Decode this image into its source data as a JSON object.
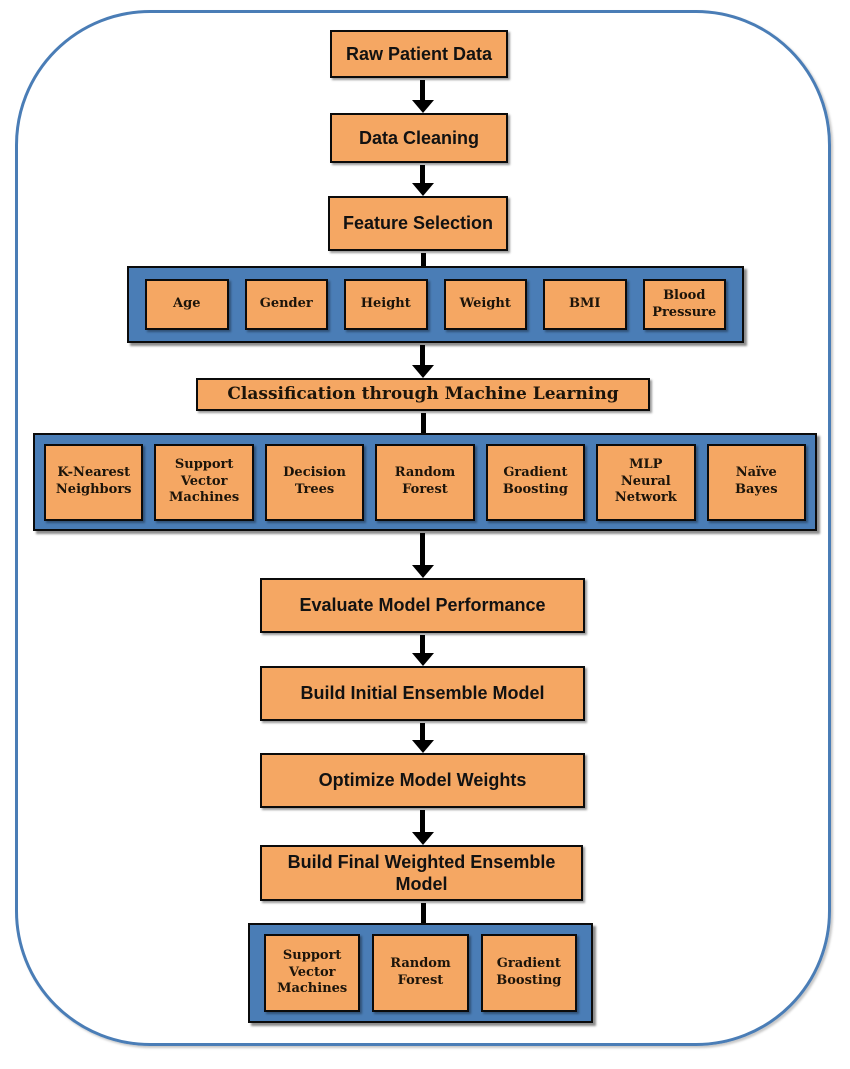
{
  "flow": {
    "raw_patient_data": "Raw Patient Data",
    "data_cleaning": "Data Cleaning",
    "feature_selection": "Feature Selection",
    "classification": "Classification through Machine Learning",
    "evaluate_model_performance": "Evaluate Model Performance",
    "build_initial_ensemble_model": "Build Initial Ensemble Model",
    "optimize_model_weights": "Optimize Model Weights",
    "build_final_weighted_ensemble_model": "Build Final Weighted Ensemble Model"
  },
  "features": {
    "items": [
      "Age",
      "Gender",
      "Height",
      "Weight",
      "BMI",
      "Blood\nPressure"
    ]
  },
  "classifiers": {
    "items": [
      "K-Nearest\nNeighbors",
      "Support\nVector\nMachines",
      "Decision\nTrees",
      "Random\nForest",
      "Gradient\nBoosting",
      "MLP\nNeural\nNetwork",
      "Naïve\nBayes"
    ]
  },
  "final_ensemble": {
    "items": [
      "Support\nVector\nMachines",
      "Random\nForest",
      "Gradient\nBoosting"
    ]
  },
  "colors": {
    "process_box_fill": "#F5A763",
    "process_box_border": "#000000",
    "group_fill": "#4A7DB6",
    "group_border": "#000000",
    "frame_border": "#4A7DB6",
    "arrow": "#000000",
    "text": "#121212"
  }
}
